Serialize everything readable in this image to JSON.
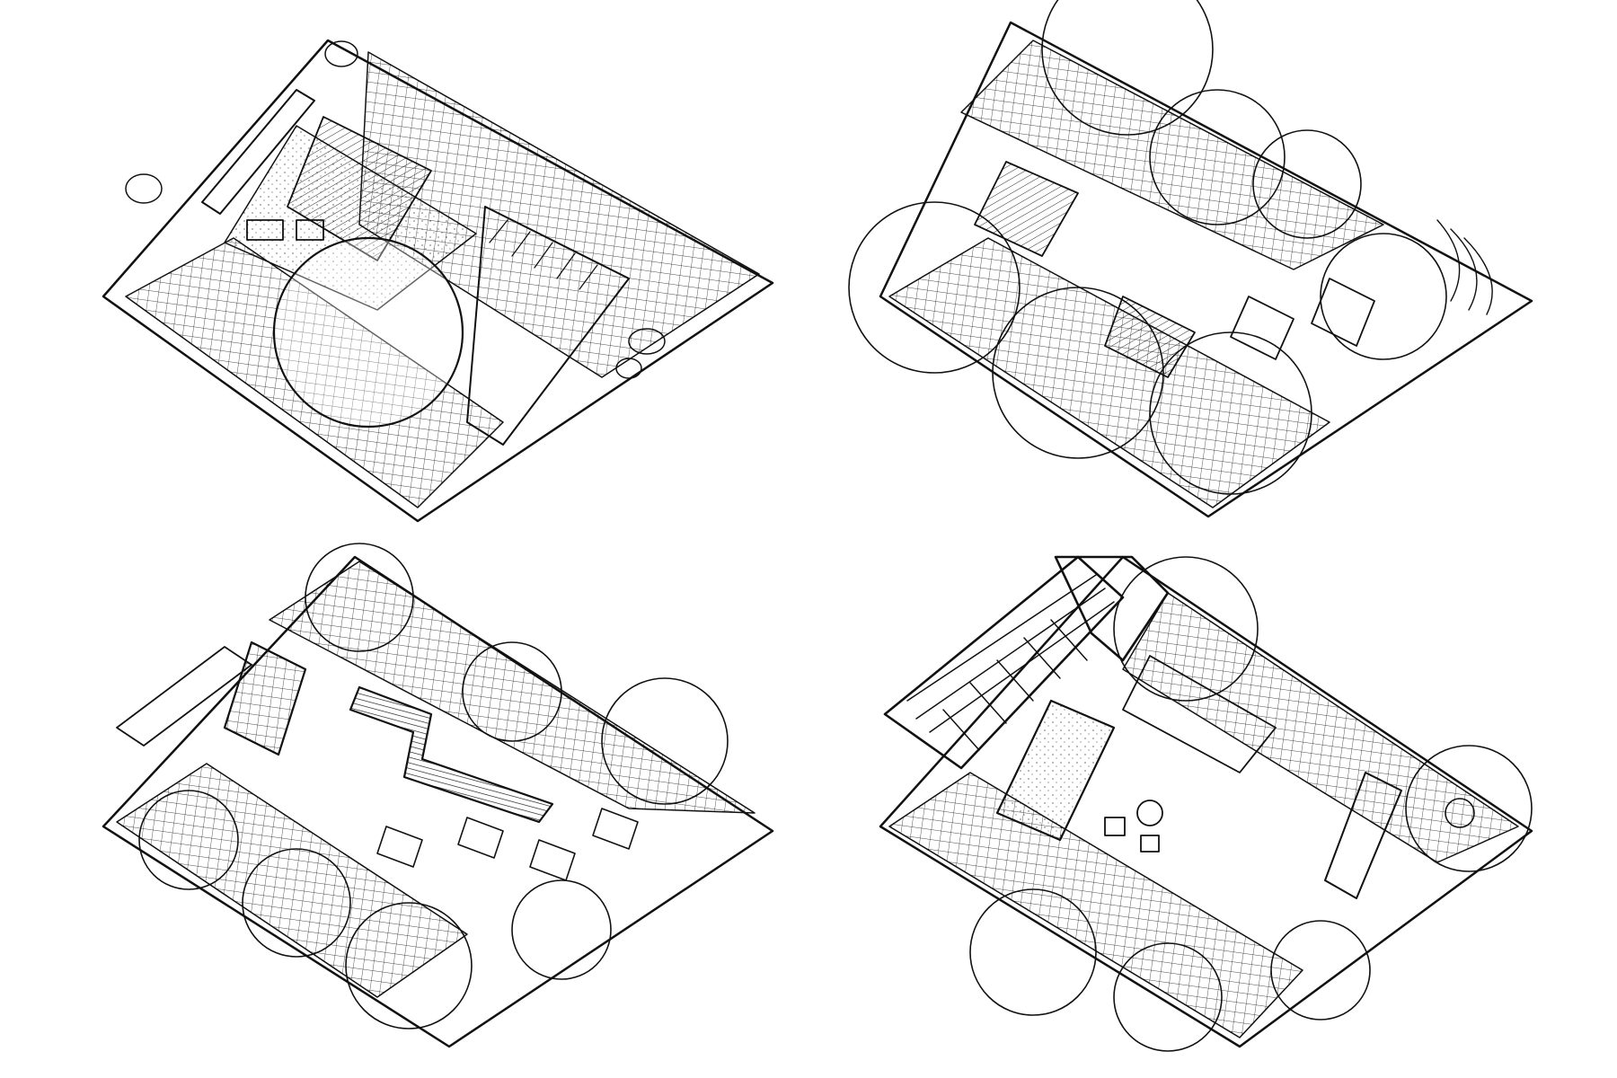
{
  "sheet": {
    "background": "#ffffff",
    "ink": "#111111",
    "panels": [
      {
        "id": "garden-plan-1",
        "style": "rectangular lawn with timber terrace, deck and round tree"
      },
      {
        "id": "garden-plan-2",
        "style": "organic scattered paving with tree canopies"
      },
      {
        "id": "garden-plan-3",
        "style": "zig-zag bench, stepping-stone paving, planting beds"
      },
      {
        "id": "garden-plan-4",
        "style": "pergola, raised bed, paved path and courtyard"
      }
    ]
  }
}
